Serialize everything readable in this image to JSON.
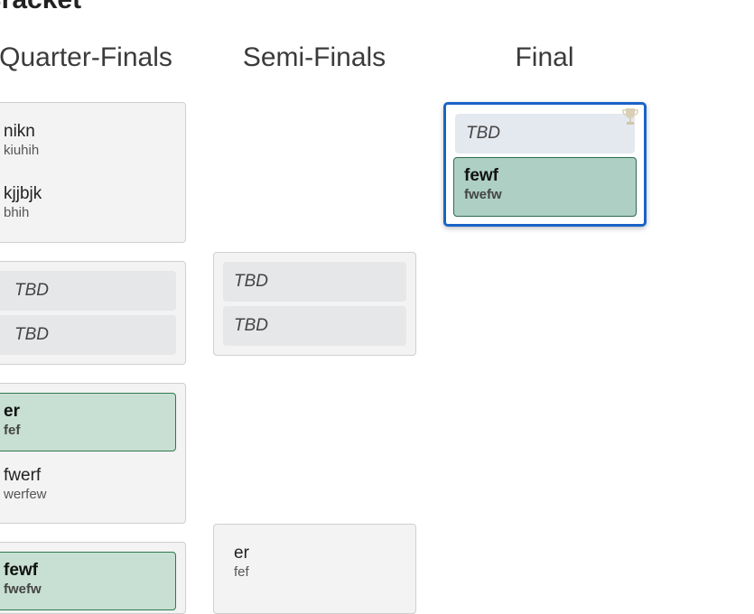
{
  "page": {
    "title": "Bracket"
  },
  "rounds": [
    {
      "label": "Quarter-Finals"
    },
    {
      "label": "Semi-Finals"
    },
    {
      "label": "Final"
    }
  ],
  "matches": {
    "qf1": {
      "team1": {
        "name": "nikn",
        "sub": "kiuhih"
      },
      "team2": {
        "name": "kjjbjk",
        "sub": "bhih"
      }
    },
    "qf2": {
      "team1": {
        "tbd": "TBD"
      },
      "team2": {
        "tbd": "TBD"
      }
    },
    "qf3": {
      "team1": {
        "name": "er",
        "sub": "fef",
        "winner": true
      },
      "team2": {
        "name": "fwerf",
        "sub": "werfew"
      }
    },
    "qf4": {
      "team1": {
        "name": "fewf",
        "sub": "fwefw",
        "winner": true
      }
    },
    "sf1": {
      "team1": {
        "tbd": "TBD"
      },
      "team2": {
        "tbd": "TBD"
      }
    },
    "sf2": {
      "team1": {
        "name": "er",
        "sub": "fef"
      }
    },
    "final": {
      "team1": {
        "tbd": "TBD"
      },
      "team2": {
        "name": "fewf",
        "sub": "fwefw",
        "winner": true
      }
    }
  },
  "icons": {
    "final_badge": "trophy-icon"
  },
  "colors": {
    "winner_bg": "#c8dfd3",
    "final_border": "#1a63c7",
    "winner_border": "#2f7a4e"
  }
}
